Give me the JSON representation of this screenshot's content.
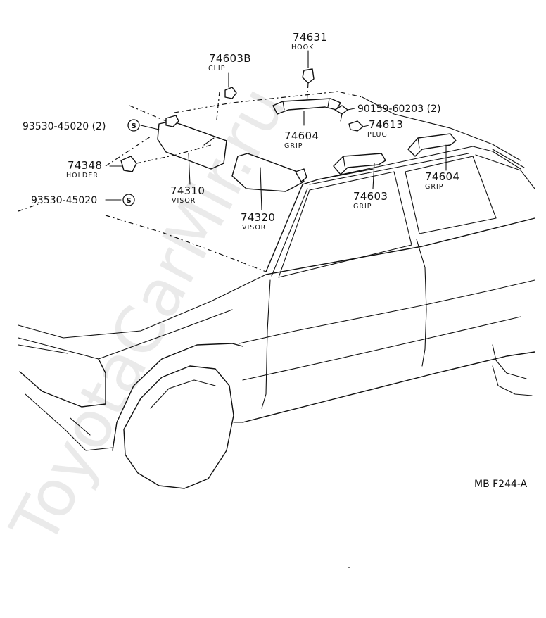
{
  "watermark": "ToyotaCarMir.ru",
  "diagram_code": "MB F244-A",
  "callouts": {
    "hook": {
      "number": "74631",
      "name": "HOOK"
    },
    "clip": {
      "number": "74603B",
      "name": "CLIP"
    },
    "grip_center": {
      "number": "74604",
      "name": "GRIP"
    },
    "screw": {
      "number": "90159-60203 (2)"
    },
    "plug": {
      "number": "74613",
      "name": "PLUG"
    },
    "screw_upper": {
      "number": "93530-45020 (2)",
      "symbol": "S"
    },
    "holder": {
      "number": "74348",
      "name": "HOLDER"
    },
    "screw_lower": {
      "number": "93530-45020",
      "symbol": "S"
    },
    "visor_lh": {
      "number": "74310",
      "name": "VISOR"
    },
    "visor_rh": {
      "number": "74320",
      "name": "VISOR"
    },
    "grip_front": {
      "number": "74603",
      "name": "GRIP"
    },
    "grip_rear": {
      "number": "74604",
      "name": "GRIP"
    }
  }
}
